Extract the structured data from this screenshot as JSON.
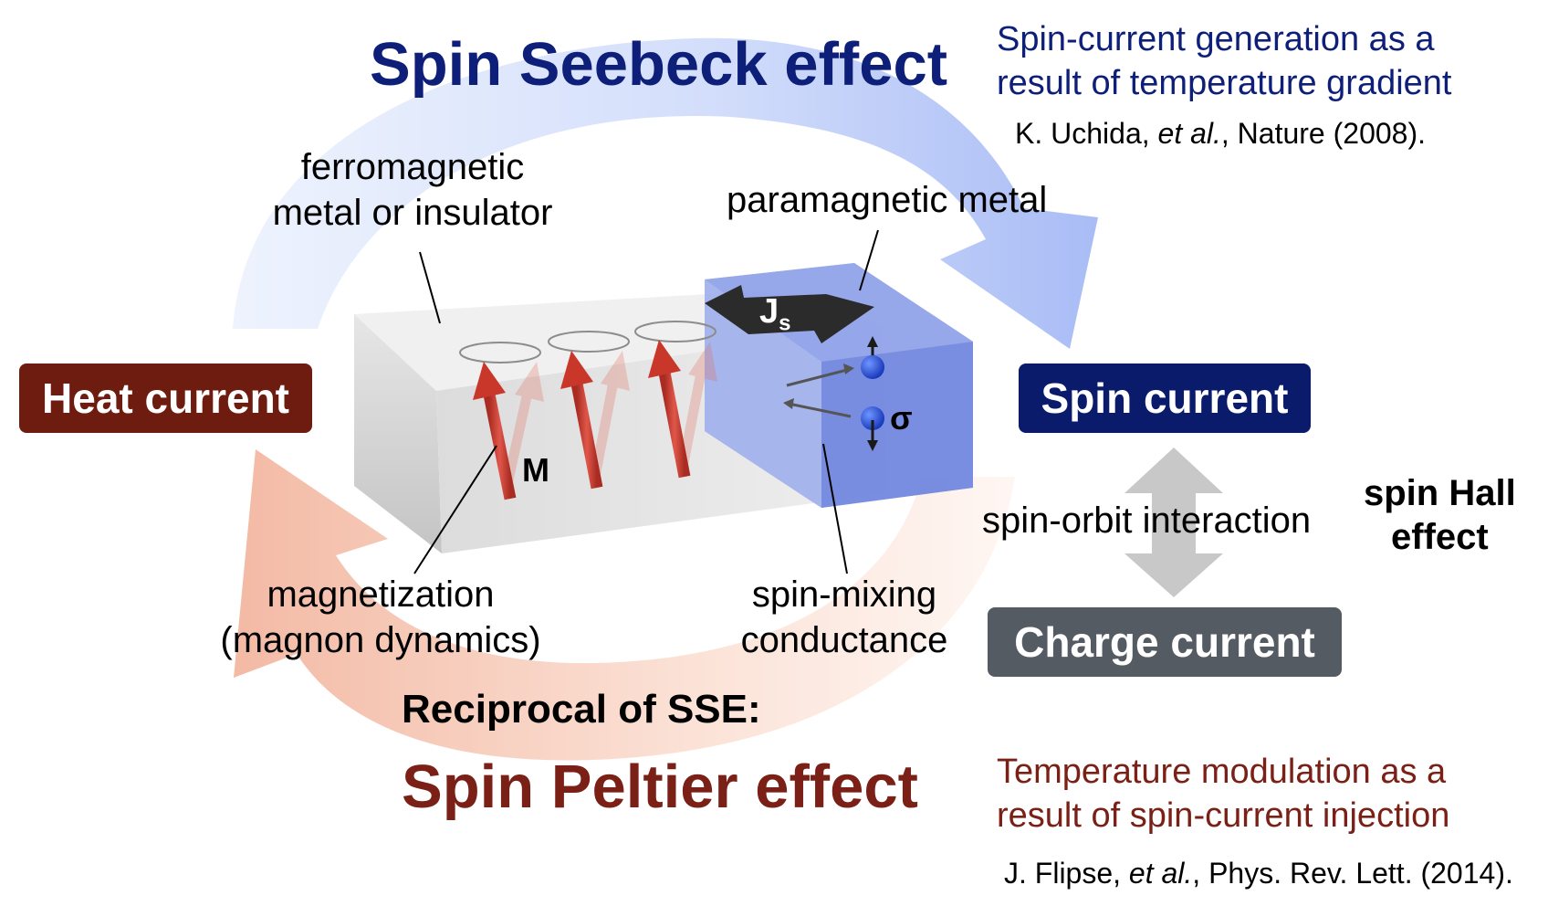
{
  "sse_title": "Spin Seebeck effect",
  "sse_description_line1": "Spin-current generation as a",
  "sse_description_line2": "result of temperature gradient",
  "sse_reference_author": "K. Uchida, ",
  "sse_reference_etal": "et al.",
  "sse_reference_rest": ", Nature (2008).",
  "ferro_label_line1": "ferromagnetic",
  "ferro_label_line2": "metal or insulator",
  "para_label": "paramagnetic metal",
  "js_label": "J",
  "js_sub": "s",
  "sigma_label": "σ",
  "m_label": "M",
  "heat_current": "Heat current",
  "spin_current": "Spin current",
  "charge_current": "Charge current",
  "soi_label": "spin-orbit interaction",
  "hall_line1": "spin Hall",
  "hall_line2": "effect",
  "magnet_label_line1": "magnetization",
  "magnet_label_line2": "(magnon dynamics)",
  "mixing_label_line1": "spin-mixing",
  "mixing_label_line2": "conductance",
  "reciprocal_label": "Reciprocal of SSE:",
  "spe_title": "Spin Peltier effect",
  "spe_description_line1": "Temperature modulation as a",
  "spe_description_line2": "result of spin-current injection",
  "spe_reference_author": "J. Flipse, ",
  "spe_reference_etal": "et al.",
  "spe_reference_rest": ", Phys. Rev. Lett. (2014).",
  "colors": {
    "blue_dark": "#0e1f7a",
    "red_dark": "#7a2016",
    "heat_box": "#6e1c10",
    "spin_box": "#0b1b6b",
    "charge_box": "#555b62"
  }
}
